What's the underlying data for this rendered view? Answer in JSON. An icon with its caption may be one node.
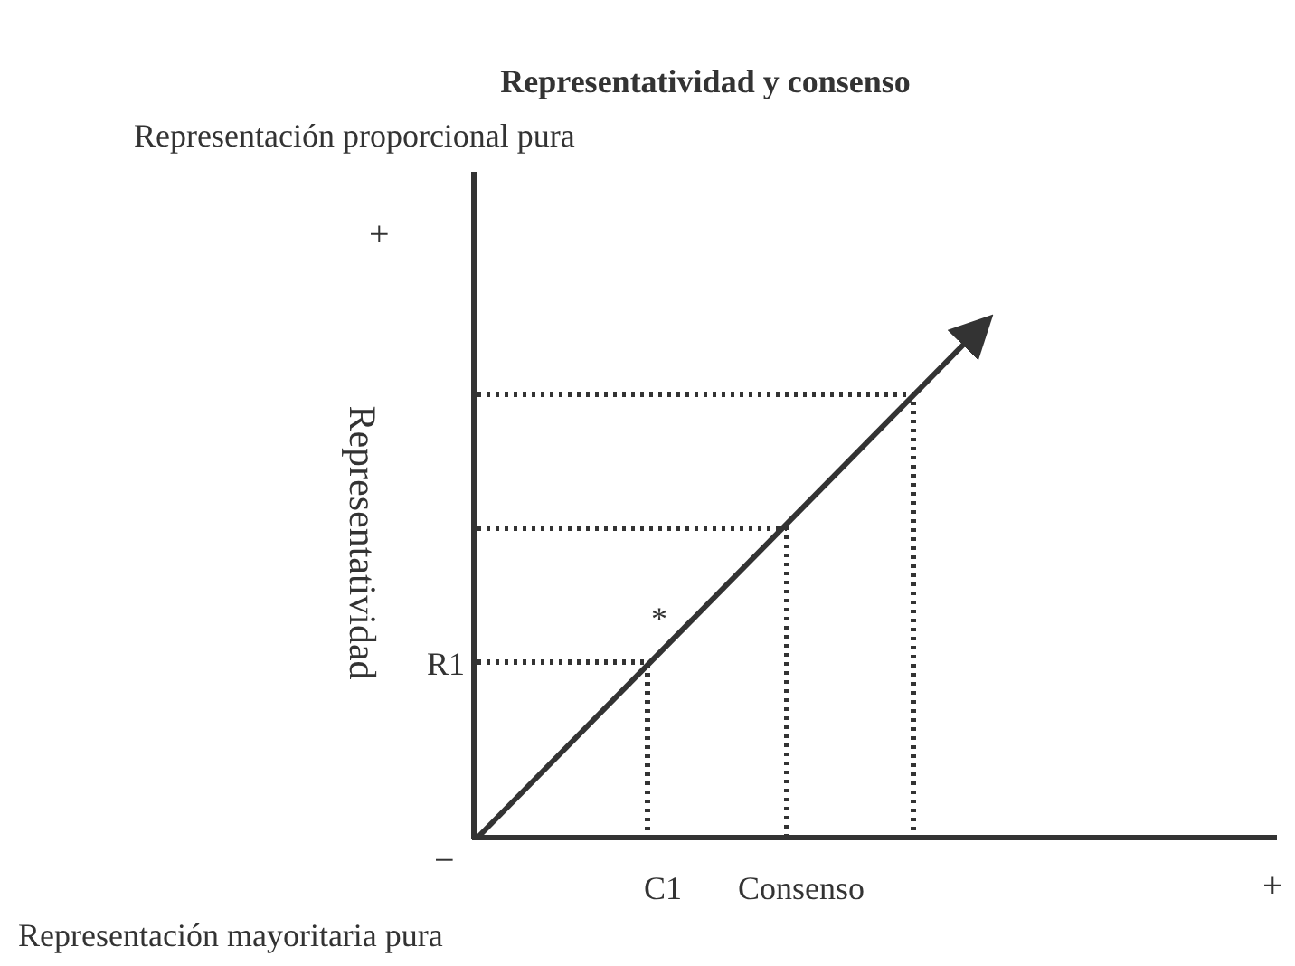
{
  "diagram": {
    "title": "Representatividad y consenso",
    "labels": [
      "Representación proporcional pura",
      "+",
      "Representatividad",
      "*",
      "R1",
      "−",
      "C1",
      "Consenso",
      "+",
      "Representación mayoritaria pura"
    ]
  }
}
